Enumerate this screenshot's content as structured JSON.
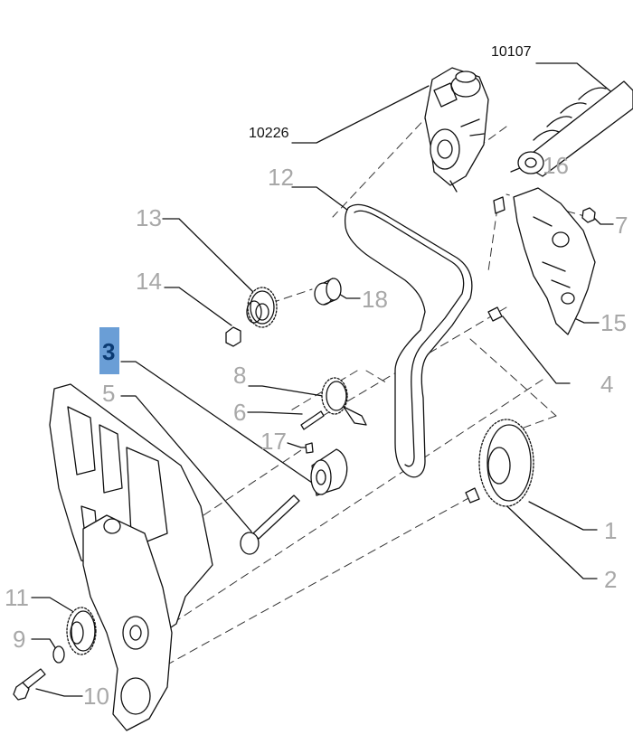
{
  "callouts": {
    "c10107": "10107",
    "c10226": "10226",
    "c16": "16",
    "c12": "12",
    "c7": "7",
    "c13": "13",
    "c14": "14",
    "c18": "18",
    "c15": "15",
    "c3": "3",
    "c4": "4",
    "c5": "5",
    "c8": "8",
    "c6": "6",
    "c17": "17",
    "c1": "1",
    "c2": "2",
    "c11": "11",
    "c9": "9",
    "c10": "10"
  },
  "highlighted_part": "3",
  "colors": {
    "callout_grey": "#a8a8a8",
    "highlight_fill": "#6a9ed6",
    "highlight_text": "#0b3b73",
    "line": "#111111"
  }
}
